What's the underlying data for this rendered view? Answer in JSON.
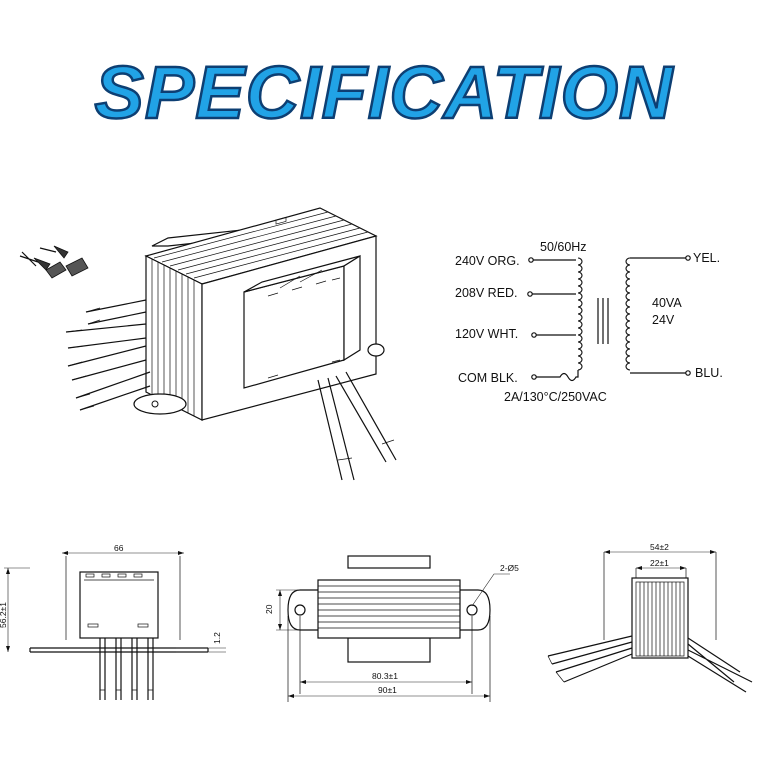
{
  "title": "SPECIFICATION",
  "schematic": {
    "freq": "50/60Hz",
    "primary_taps": [
      "240V ORG.",
      "208V RED.",
      "120V WHT.",
      "COM BLK."
    ],
    "secondary_rating": [
      "40VA",
      "24V"
    ],
    "secondary_taps": [
      "YEL.",
      "BLU."
    ],
    "fuse_rating": "2A/130°C/250VAC"
  },
  "dimensions": {
    "front_width": "66",
    "front_height": "56.2±1",
    "front_base": "1.2",
    "top_height": "20",
    "top_hole": "2-Ø5",
    "top_inner": "80.3±1",
    "top_outer": "90±1",
    "side_outer": "54±2",
    "side_inner": "22±1"
  }
}
